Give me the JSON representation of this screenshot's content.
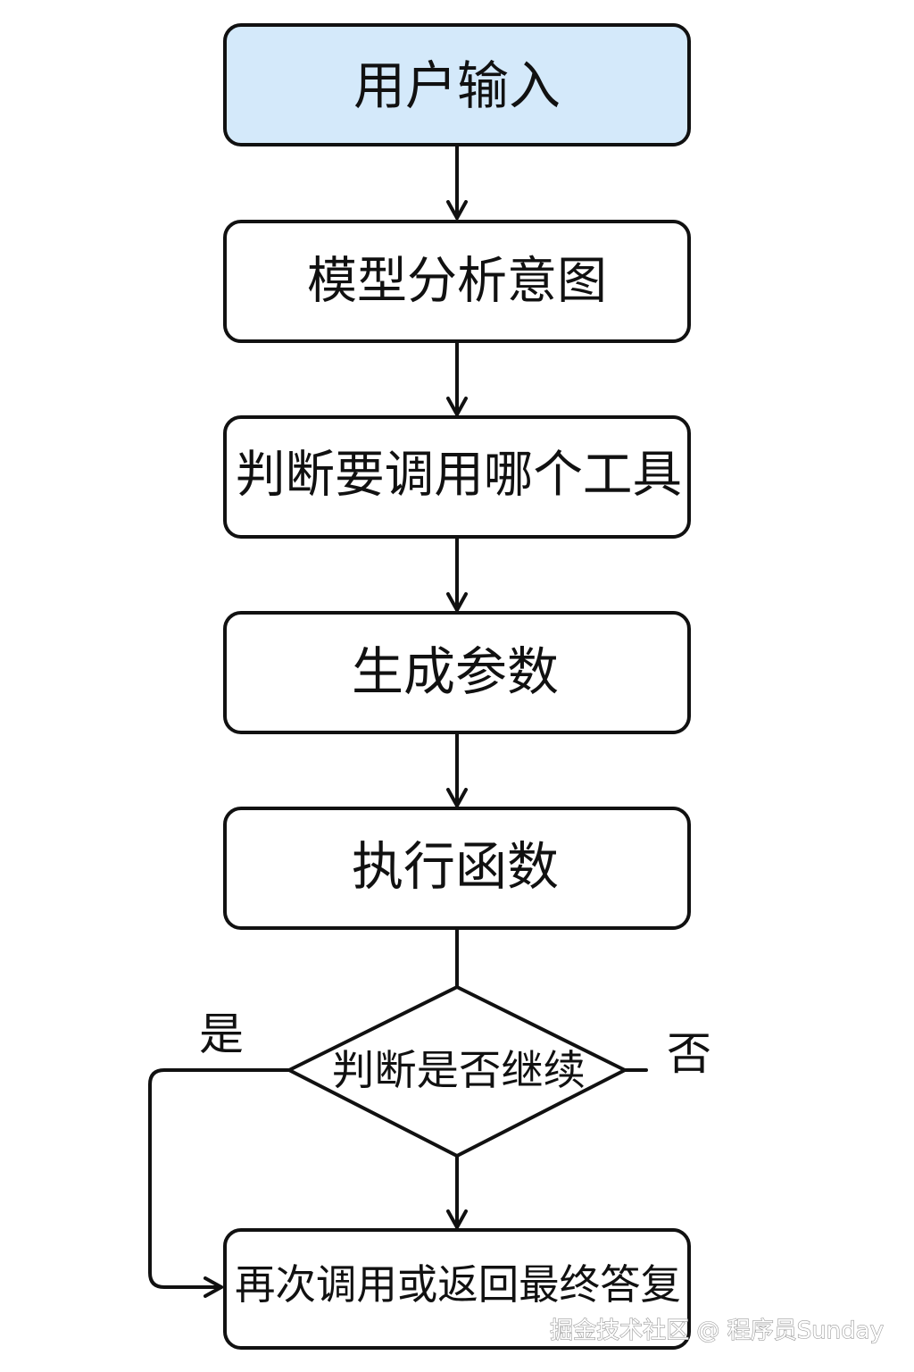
{
  "diagram": {
    "nodes": {
      "start": {
        "label": "用户输入",
        "fill": "#d4e9fa"
      },
      "analyze": {
        "label": "模型分析意图"
      },
      "choose": {
        "label": "判断要调用哪个工具"
      },
      "params": {
        "label": "生成参数"
      },
      "execute": {
        "label": "执行函数"
      },
      "decision": {
        "label": "判断是否继续"
      },
      "final": {
        "label": "再次调用或返回最终答复"
      }
    },
    "edge_labels": {
      "yes": "是",
      "no": "否"
    },
    "stroke_color": "#111111"
  },
  "watermark": "掘金技术社区 @ 程序员Sunday"
}
